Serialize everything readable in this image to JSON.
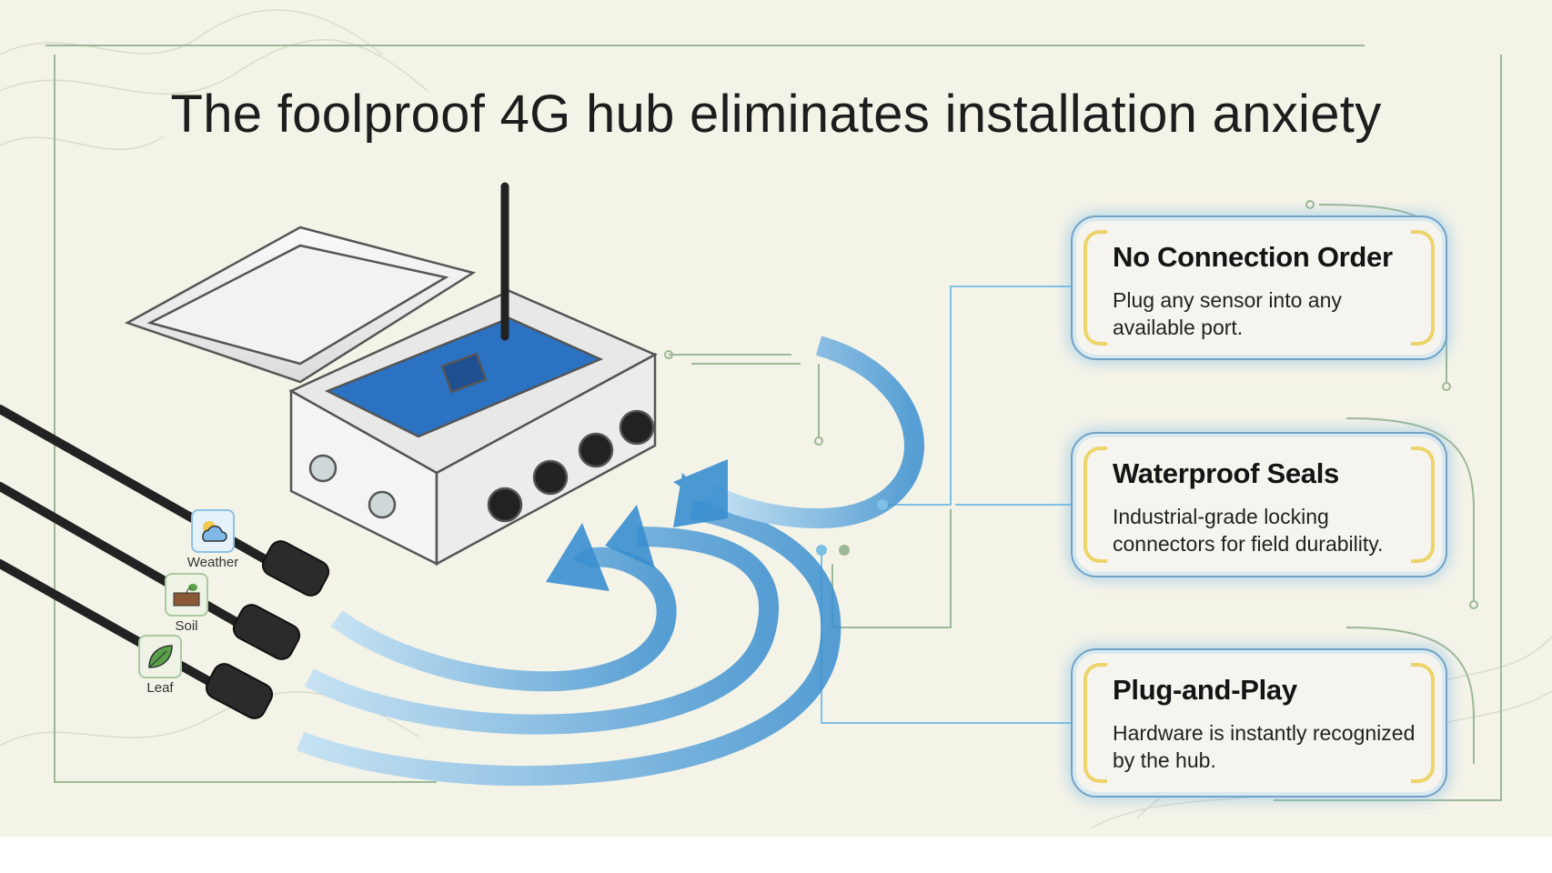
{
  "title": "The foolproof 4G hub eliminates installation anxiety",
  "cards": [
    {
      "heading": "No Connection Order",
      "body": "Plug any sensor into any available port."
    },
    {
      "heading": "Waterproof Seals",
      "body": "Industrial-grade locking connectors for field durability."
    },
    {
      "heading": "Plug-and-Play",
      "body": "Hardware is instantly recognized by the hub."
    }
  ],
  "sensors": [
    {
      "label": "Weather",
      "icon": "weather-icon"
    },
    {
      "label": "Soil",
      "icon": "soil-icon"
    },
    {
      "label": "Leaf",
      "icon": "leaf-icon"
    }
  ],
  "colors": {
    "background": "#f4f3e8",
    "arrow": "#3a8fd0",
    "card_border": "#6fa3c8",
    "bracket": "#ecd36a",
    "circuit": "#9db896"
  }
}
